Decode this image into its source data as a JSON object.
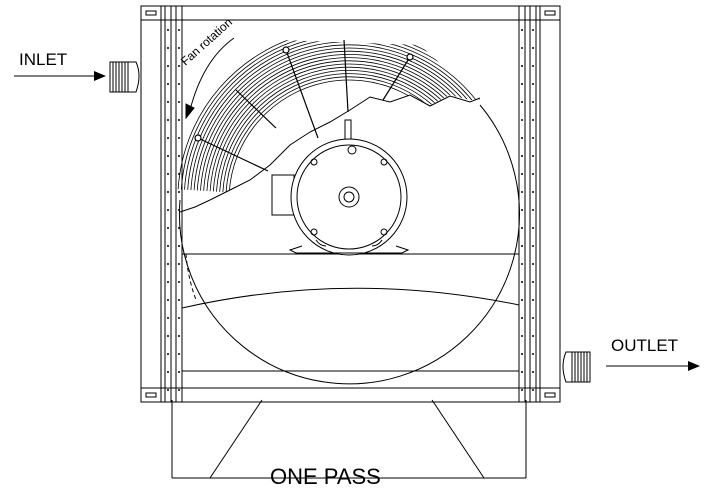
{
  "labels": {
    "inlet": "INLET",
    "outlet": "OUTLET",
    "fan_rotation": "Fan rotation",
    "title": "ONE PASS"
  },
  "colors": {
    "line": "#000000",
    "background": "#ffffff"
  },
  "icons": {
    "inlet_arrow": "arrow-right-icon",
    "outlet_arrow": "arrow-right-icon",
    "rotation_arrow": "curved-arrow-icon"
  }
}
